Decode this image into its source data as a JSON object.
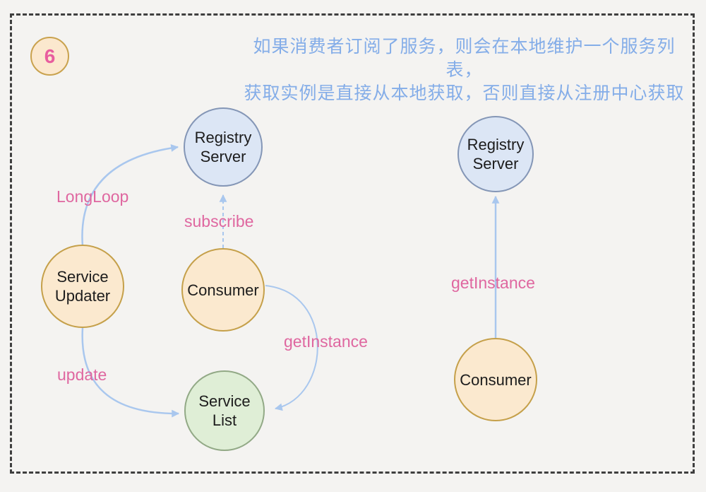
{
  "badge": {
    "number": "6"
  },
  "caption": {
    "line1": "如果消费者订阅了服务，则会在本地维护一个服务列表，",
    "line2": "获取实例是直接从本地获取，否则直接从注册中心获取"
  },
  "colors": {
    "background": "#f4f3f1",
    "frame_dash": "#3f3f3f",
    "node_blue_fill": "#dce6f5",
    "node_blue_stroke": "#8496b6",
    "node_orange_fill": "#fbe9cf",
    "node_orange_stroke": "#c5a04a",
    "node_green_fill": "#dfeed6",
    "node_green_stroke": "#92a986",
    "arrow_blue": "#a9c7ee",
    "label_pink": "#df67a0",
    "caption_blue": "#84ade8",
    "badge_fill": "#fbe8ce",
    "badge_stroke": "#c9a24e",
    "badge_text": "#e85d9e"
  },
  "diagram": {
    "left": {
      "nodes": {
        "registry_server": {
          "label": "Registry Server"
        },
        "service_updater": {
          "label": "Service Updater"
        },
        "consumer": {
          "label": "Consumer"
        },
        "service_list": {
          "label": "Service List"
        }
      },
      "edges": {
        "longloop": {
          "label": "LongLoop"
        },
        "subscribe": {
          "label": "subscribe"
        },
        "update": {
          "label": "update"
        },
        "get_instance": {
          "label": "getInstance"
        }
      }
    },
    "right": {
      "nodes": {
        "registry_server": {
          "label": "Registry Server"
        },
        "consumer": {
          "label": "Consumer"
        }
      },
      "edges": {
        "get_instance": {
          "label": "getInstance"
        }
      }
    }
  }
}
